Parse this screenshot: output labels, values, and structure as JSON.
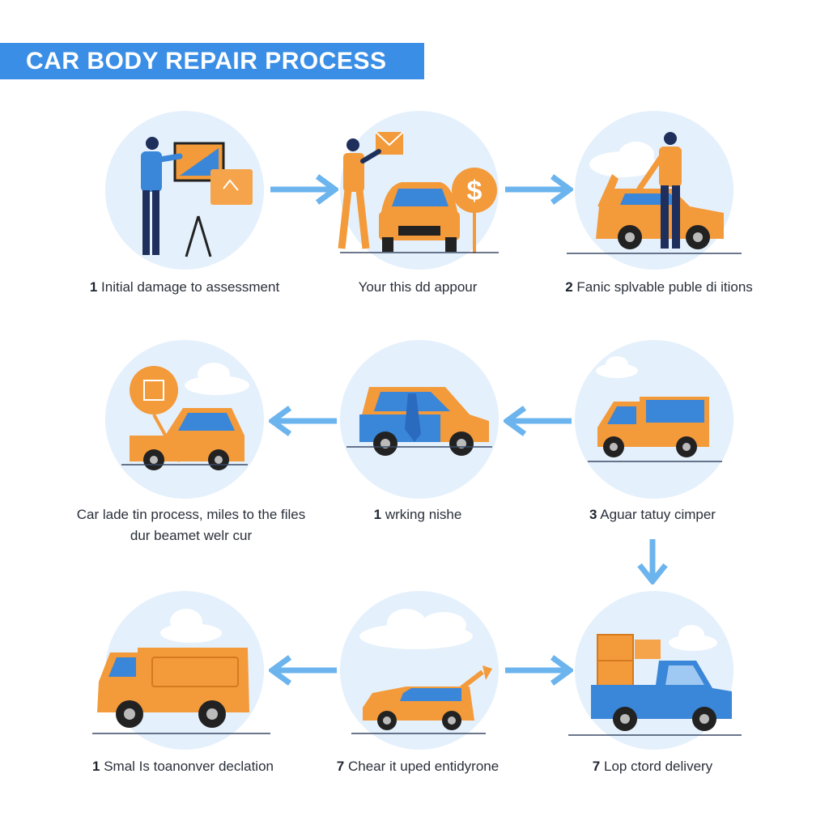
{
  "title": "CAR BODY REPAIR PROCESS",
  "colors": {
    "banner": "#3a8ee6",
    "circle": "#e4f0fb",
    "arrow": "#6cb4ee",
    "orange": "#f39a3a",
    "blue": "#3a86d8",
    "navy": "#1f2f5c"
  },
  "steps": [
    {
      "num": "1",
      "text": "Initial damage to assessment",
      "icon": "assessment-board-icon"
    },
    {
      "num": "",
      "text": "Your this dd appour",
      "icon": "mechanic-car-icon"
    },
    {
      "num": "2",
      "text": "Fanic splvable puble di itions",
      "icon": "open-hood-icon"
    },
    {
      "num": "",
      "text": "Car lade tin process, miles to the files dur beamet welr cur",
      "icon": "car-sign-icon"
    },
    {
      "num": "1",
      "text": "wrking nishe",
      "icon": "open-door-car-icon"
    },
    {
      "num": "3",
      "text": "Aguar tatuy cimper",
      "icon": "van-icon"
    },
    {
      "num": "1",
      "text": "Smal Is toanonver declation",
      "icon": "cargo-van-icon"
    },
    {
      "num": "7",
      "text": "Chear it uped entidyrone",
      "icon": "hatchback-icon"
    },
    {
      "num": "7",
      "text": "Lop ctord delivery",
      "icon": "pickup-delivery-icon"
    }
  ]
}
